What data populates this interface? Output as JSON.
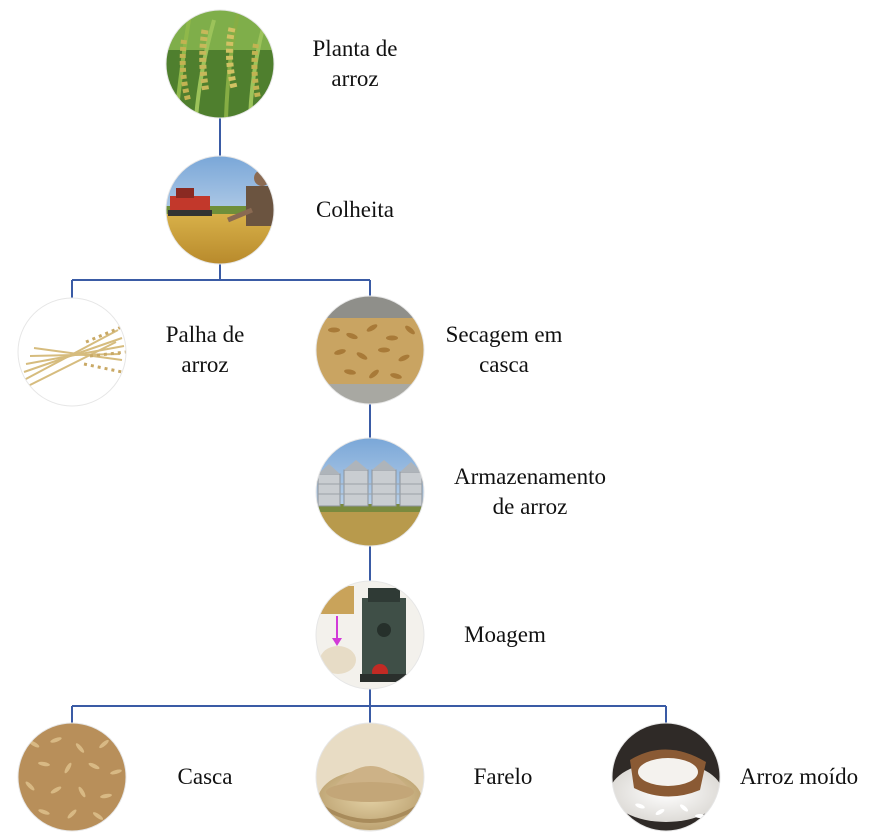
{
  "diagram": {
    "line_color": "#3a5ba5",
    "nodes": [
      {
        "id": "planta",
        "lines": [
          "Planta de",
          "arroz"
        ],
        "icon": "rice-plant-photo"
      },
      {
        "id": "colheita",
        "lines": [
          "Colheita"
        ],
        "icon": "harvest-photo"
      },
      {
        "id": "palha",
        "lines": [
          "Palha de",
          "arroz"
        ],
        "icon": "rice-straw-photo"
      },
      {
        "id": "secagem",
        "lines": [
          "Secagem em",
          "casca"
        ],
        "icon": "drying-paddy-photo"
      },
      {
        "id": "armazenamento",
        "lines": [
          "Armazenamento",
          "de arroz"
        ],
        "icon": "silos-photo"
      },
      {
        "id": "moagem",
        "lines": [
          "Moagem"
        ],
        "icon": "rice-mill-photo"
      },
      {
        "id": "casca",
        "lines": [
          "Casca"
        ],
        "icon": "rice-husk-photo"
      },
      {
        "id": "farelo",
        "lines": [
          "Farelo"
        ],
        "icon": "rice-bran-photo"
      },
      {
        "id": "arroz_moido",
        "lines": [
          "Arroz moído"
        ],
        "icon": "milled-rice-photo"
      }
    ]
  }
}
